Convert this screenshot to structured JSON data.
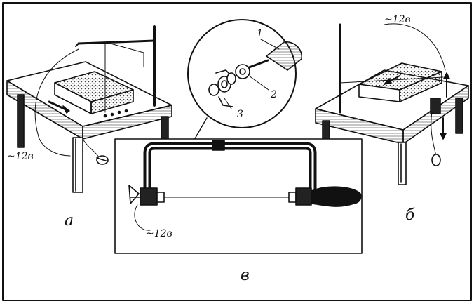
{
  "colors": {
    "ink": "#111111",
    "paper": "#ffffff",
    "hatch": "#555555"
  },
  "labels": {
    "fig_a": "а",
    "fig_b": "б",
    "fig_c": "в",
    "voltage_a": "~12в",
    "voltage_b": "~12в",
    "voltage_c": "~12в",
    "part_1": "1",
    "part_2": "2",
    "part_3": "3"
  }
}
